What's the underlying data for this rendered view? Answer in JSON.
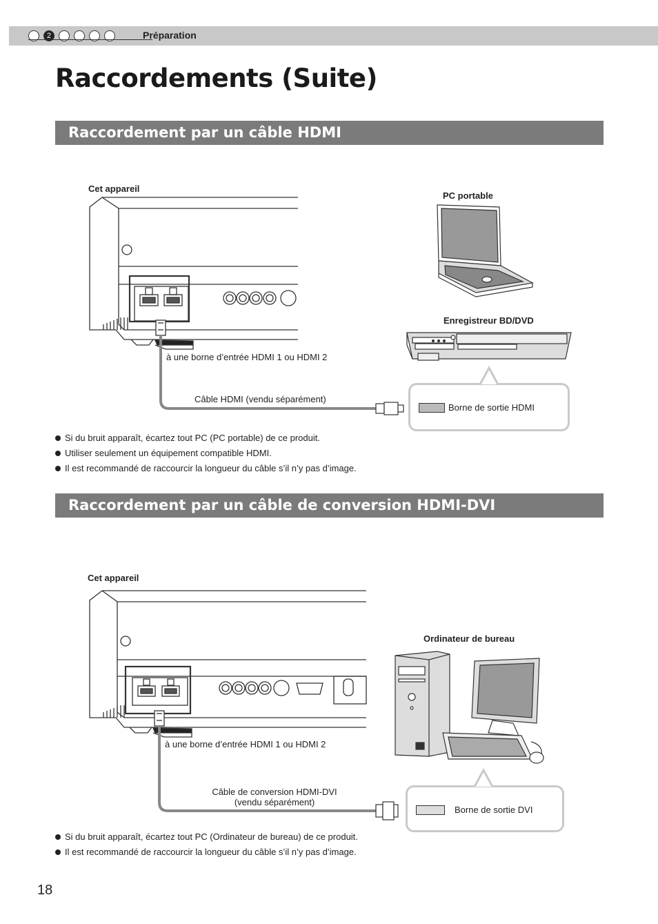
{
  "header": {
    "step_active": "2",
    "chapter": "Préparation"
  },
  "page_title": "Raccordements (Suite)",
  "section1": {
    "title": "Raccordement par un câble HDMI",
    "device_label": "Cet appareil",
    "laptop_label": "PC portable",
    "recorder_label": "Enregistreur BD/DVD",
    "input_label": "à une borne d’entrée HDMI 1 ou HDMI 2",
    "cable_label": "Câble HDMI (vendu séparément)",
    "output_label": "Borne de sortie HDMI",
    "notes": [
      "Si du bruit apparaît, écartez tout PC (PC portable) de ce produit.",
      "Utiliser seulement un équipement compatible HDMI.",
      "Il est recommandé de raccourcir la longueur du câble s’il n’y pas d’image."
    ]
  },
  "section2": {
    "title": "Raccordement par un câble de conversion HDMI-DVI",
    "device_label": "Cet appareil",
    "desktop_label": "Ordinateur de bureau",
    "input_label": "à une borne d’entrée HDMI 1 ou HDMI 2",
    "cable_label_line1": "Câble de conversion HDMI-DVI",
    "cable_label_line2": "(vendu séparément)",
    "output_label": "Borne de sortie DVI",
    "notes": [
      "Si du bruit apparaît, écartez tout PC (Ordinateur de bureau) de ce produit.",
      "Il est recommandé de raccourcir la longueur du câble s’il n’y pas d’image."
    ]
  },
  "page_number": "18",
  "colors": {
    "section_bar": "#7b7b7b",
    "top_bar": "#c8c8c8",
    "cable": "#888888"
  }
}
